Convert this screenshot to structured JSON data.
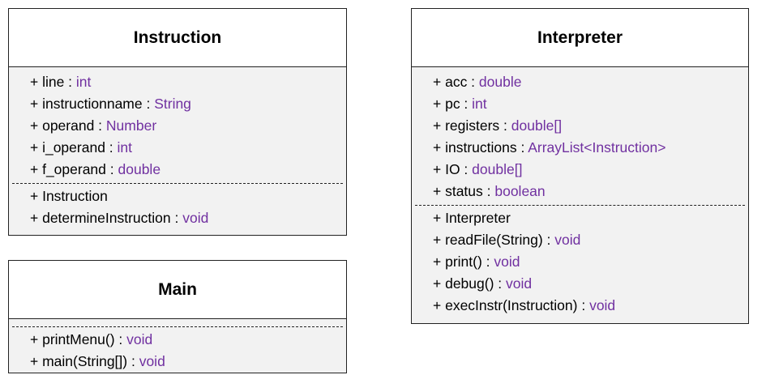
{
  "classes": {
    "instruction": {
      "name": "Instruction",
      "attributes": [
        {
          "prefix": "+ line : ",
          "type": "int"
        },
        {
          "prefix": "+ instructionname : ",
          "type": "String"
        },
        {
          "prefix": "+ operand : ",
          "type": "Number"
        },
        {
          "prefix": "+ i_operand : ",
          "type": "int"
        },
        {
          "prefix": "+ f_operand : ",
          "type": "double"
        }
      ],
      "operations": [
        {
          "prefix": "+ Instruction",
          "type": ""
        },
        {
          "prefix": "+ determineInstruction : ",
          "type": "void"
        }
      ]
    },
    "main": {
      "name": "Main",
      "operations": [
        {
          "prefix": "+ printMenu() : ",
          "type": "void"
        },
        {
          "prefix": "+ main(String[]) : ",
          "type": "void"
        }
      ]
    },
    "interpreter": {
      "name": "Interpreter",
      "attributes": [
        {
          "prefix": "+ acc : ",
          "type": "double"
        },
        {
          "prefix": "+ pc : ",
          "type": "int"
        },
        {
          "prefix": "+ registers : ",
          "type": "double[]"
        },
        {
          "prefix": "+ instructions : ",
          "type": "ArrayList<Instruction>"
        },
        {
          "prefix": "+ IO : ",
          "type": "double[]"
        },
        {
          "prefix": "+ status : ",
          "type": "boolean"
        }
      ],
      "operations": [
        {
          "prefix": "+ Interpreter",
          "type": ""
        },
        {
          "prefix": "+ readFile(String) : ",
          "type": "void"
        },
        {
          "prefix": "+ print() : ",
          "type": "void"
        },
        {
          "prefix": "+ debug() : ",
          "type": "void"
        },
        {
          "prefix": "+ execInstr(Instruction) : ",
          "type": "void"
        }
      ]
    }
  },
  "colors": {
    "type_text": "#7030a0",
    "border": "#222222",
    "body_bg": "#f2f2f2",
    "header_bg": "#ffffff"
  }
}
